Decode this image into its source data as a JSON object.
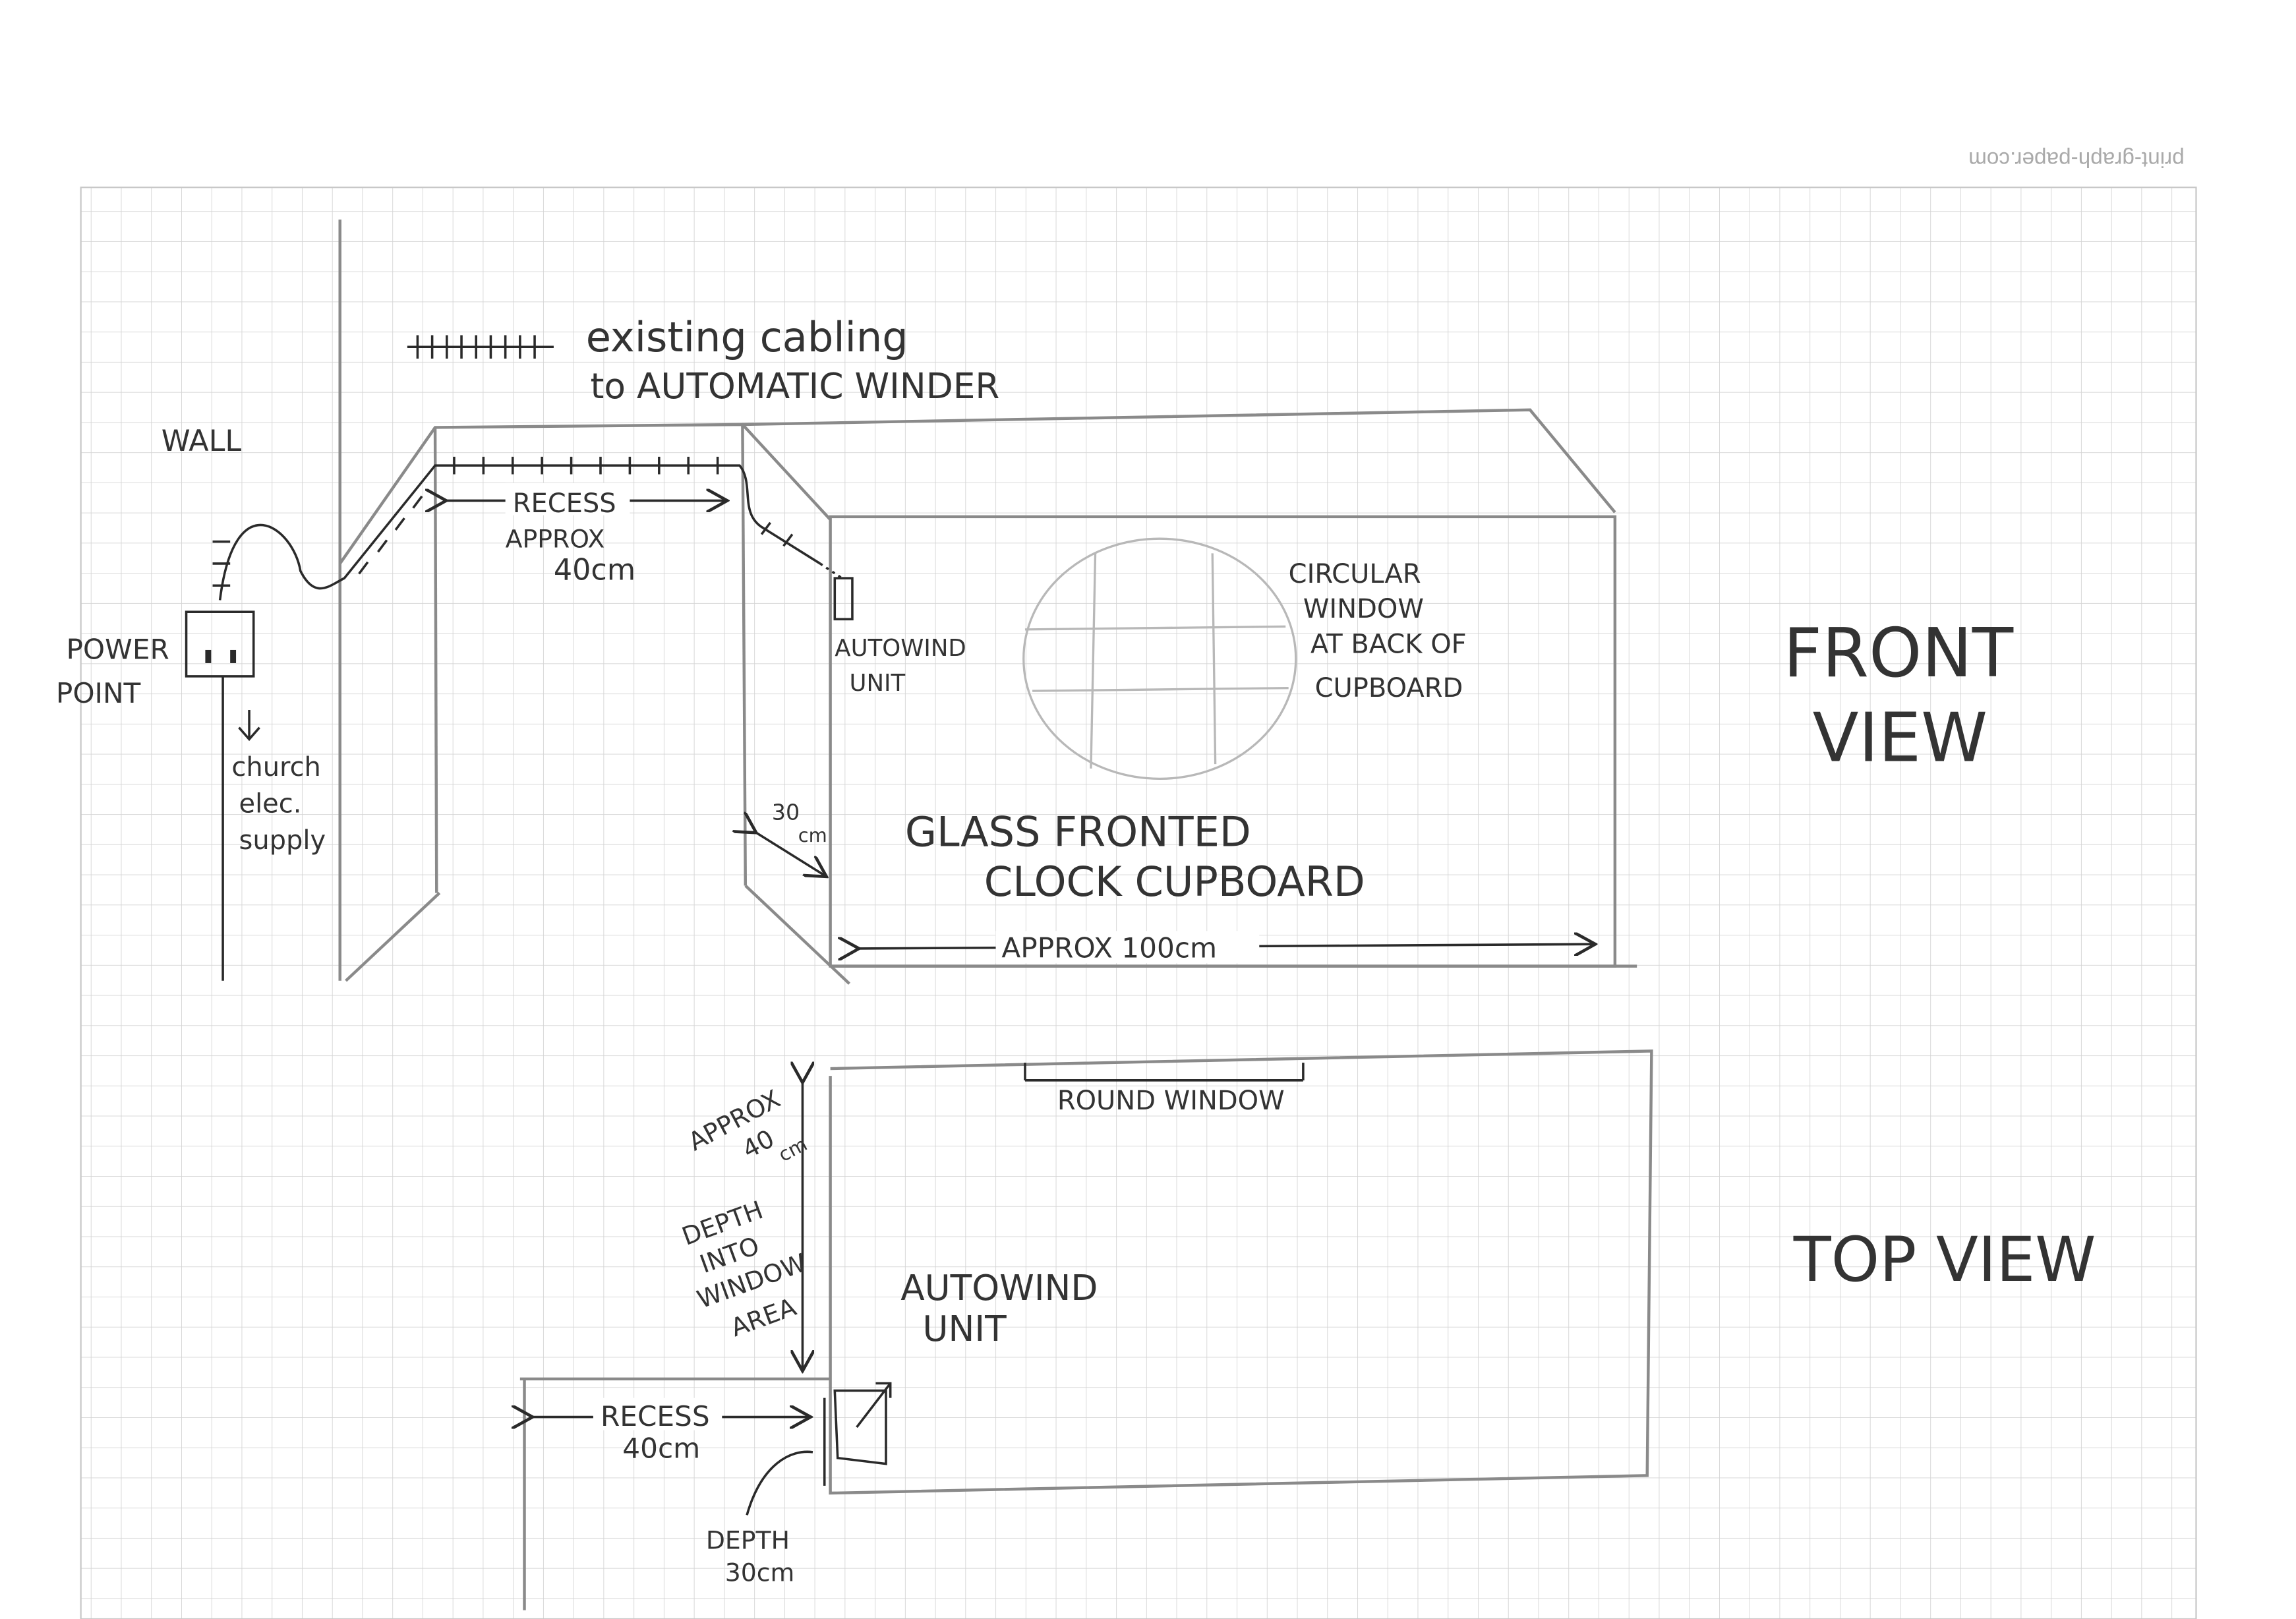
{
  "watermark": "print-graph-paper.com",
  "front_view": {
    "title_line1": "FRONT",
    "title_line2": "VIEW",
    "legend_text_line1": "existing cabling",
    "legend_text_line2": "to AUTOMATIC WINDER",
    "wall_label": "WALL",
    "power_point_line1": "POWER",
    "power_point_line2": "POINT",
    "supply_line1": "church",
    "supply_line2": "elec.",
    "supply_line3": "supply",
    "recess_label": "RECESS",
    "recess_approx": "APPROX",
    "recess_size": "40cm",
    "autowind_line1": "AUTOWIND",
    "autowind_line2": "UNIT",
    "window_line1": "CIRCULAR",
    "window_line2": "WINDOW",
    "window_line3": "AT BACK OF",
    "window_line4": "CUPBOARD",
    "depth_label_1": "30",
    "depth_label_2": "cm",
    "cupboard_line1": "GLASS FRONTED",
    "cupboard_line2": "CLOCK CUPBOARD",
    "width_label": "APPROX 100cm"
  },
  "top_view": {
    "title": "TOP VIEW",
    "round_window": "ROUND WINDOW",
    "approx_line1": "APPROX",
    "approx_line2": "40",
    "approx_line3": "cm",
    "depth_line1": "DEPTH",
    "depth_line2": "INTO",
    "depth_line3": "WINDOW",
    "depth_line4": "AREA",
    "autowind_line1": "AUTOWIND",
    "autowind_line2": "UNIT",
    "recess_label": "RECESS",
    "recess_size": "40cm",
    "depth_label_line1": "DEPTH",
    "depth_label_line2": "30cm"
  }
}
